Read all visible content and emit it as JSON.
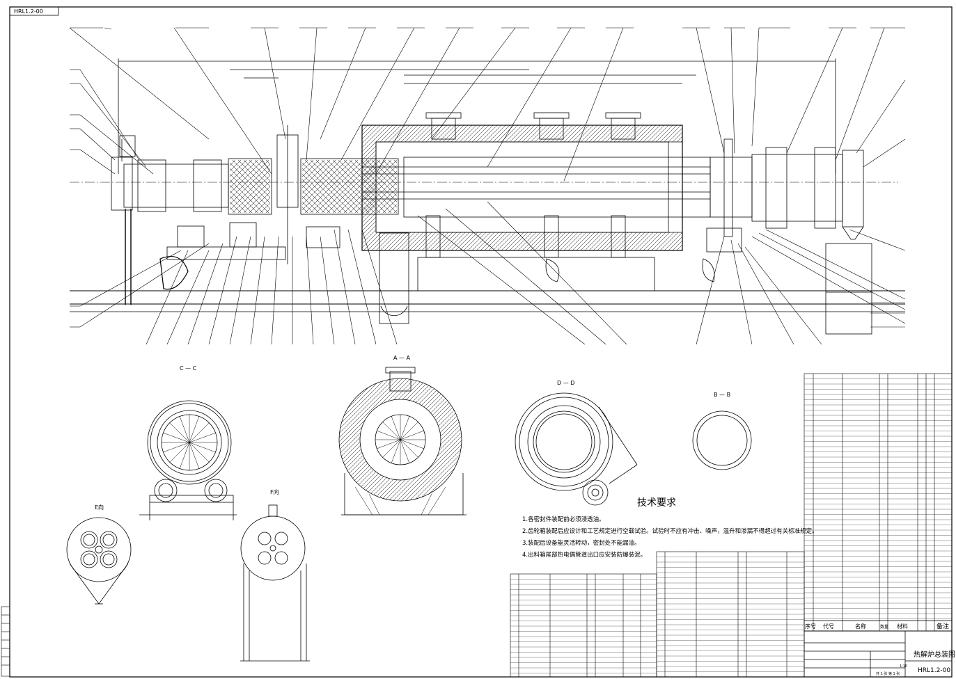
{
  "drawing": {
    "code": "HRL1.2-00",
    "title": "热解炉总装图",
    "corner_code_top_left": "HRL1.2-00"
  },
  "section_labels": {
    "cc": "C — C",
    "aa": "A — A",
    "dd": "D — D",
    "bb": "B — B",
    "e_view": "E向",
    "f_view": "F向"
  },
  "requirements": {
    "title": "技术要求",
    "items": [
      "1.各密封件装配前必须浸透油。",
      "2.齿轮箱装配后应设计和工艺规定进行空载试验。试验时不应有冲击、噪声，温升和渗漏不得超过有关标准规定。",
      "3.装配后设备能灵活转动，密封处不能漏油。",
      "4.出料箱尾部热电偶管道出口应安装防爆装泥。"
    ]
  },
  "bom_header": {
    "seq": "序号",
    "code": "代号",
    "name": "名称",
    "qty": "数量",
    "material": "材料",
    "remark": "备注"
  },
  "title_block": {
    "name": "热解炉总装图",
    "code": "HRL1.2-00",
    "scale": "1:10",
    "sheet": "共 1 张 第 1 张"
  }
}
